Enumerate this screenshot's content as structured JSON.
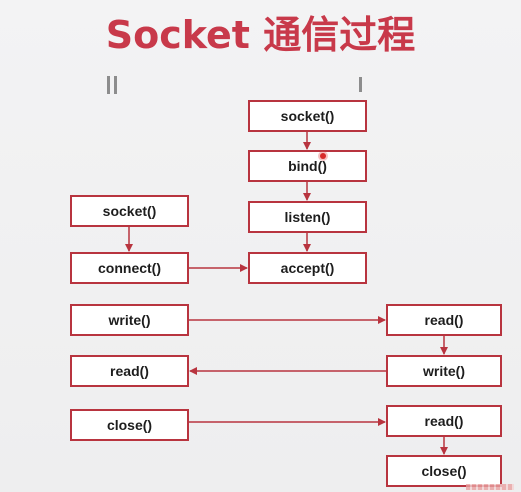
{
  "title": "Socket 通信过程",
  "colors": {
    "accent": "#c8394a",
    "box_border": "#b8343f",
    "arrow": "#b8343f"
  },
  "server": {
    "socket": "socket()",
    "bind": "bind()",
    "listen": "listen()",
    "accept": "accept()",
    "read": "read()",
    "write": "write()",
    "read2": "read()",
    "close": "close()"
  },
  "client": {
    "socket": "socket()",
    "connect": "connect()",
    "write": "write()",
    "read": "read()",
    "close": "close()"
  }
}
